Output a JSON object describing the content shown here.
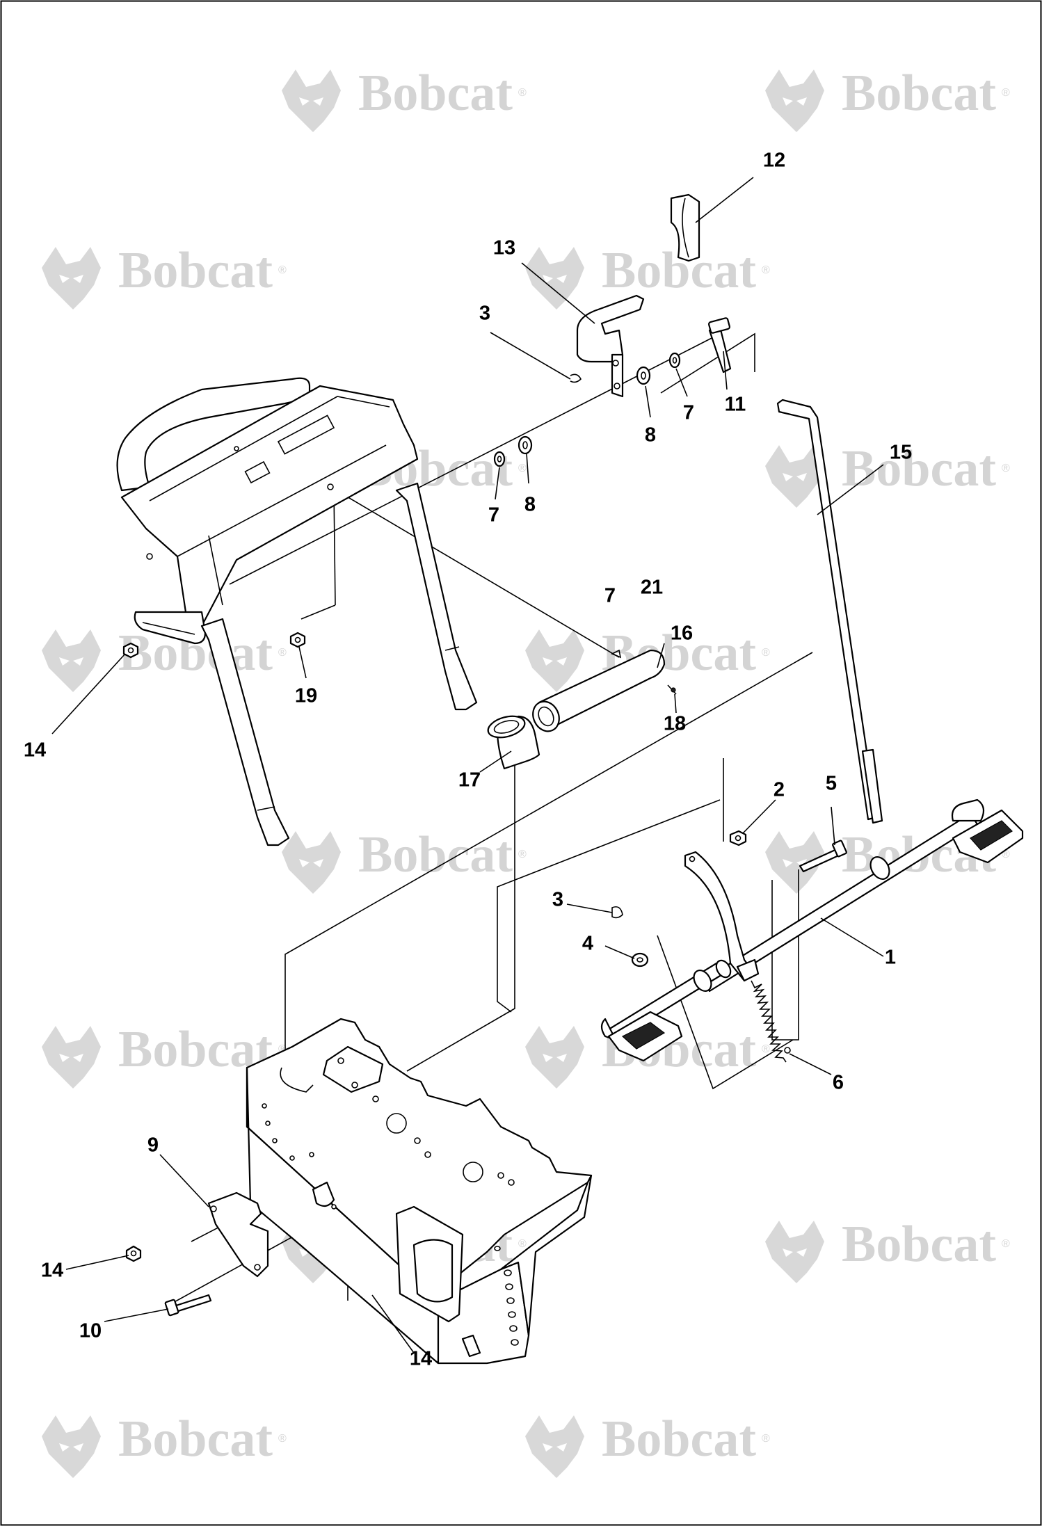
{
  "brand": {
    "watermark_text": "Bobcat",
    "watermark_mark": "®",
    "watermark_color": "#d4d4d4"
  },
  "callouts": {
    "c12": "12",
    "c13": "13",
    "c3_top": "3",
    "c11": "11",
    "c7_top": "7",
    "c8_top": "8",
    "c7_mid": "7",
    "c8_mid": "8",
    "c15": "15",
    "c7_free": "7",
    "c21": "21",
    "c16": "16",
    "c19": "19",
    "c18": "18",
    "c14_left": "14",
    "c17": "17",
    "c2": "2",
    "c5": "5",
    "c3_low": "3",
    "c1": "1",
    "c4": "4",
    "c6": "6",
    "c9": "9",
    "c14_bracket": "14",
    "c10": "10",
    "c14_bottom": "14"
  },
  "parts": [
    {
      "id": "handle-bar-assembly",
      "name": "handle bar"
    },
    {
      "id": "control-lever-12",
      "name": "grip"
    },
    {
      "id": "lever-bracket-13",
      "name": "lever bracket"
    },
    {
      "id": "control-rod-15",
      "name": "rod"
    },
    {
      "id": "tube-16",
      "name": "tube"
    },
    {
      "id": "bushing-17",
      "name": "bushing"
    },
    {
      "id": "pedal-shaft-1",
      "name": "shaft"
    },
    {
      "id": "spring-6",
      "name": "spring"
    },
    {
      "id": "frame-weldment",
      "name": "frame"
    },
    {
      "id": "bracket-9",
      "name": "bracket"
    }
  ]
}
